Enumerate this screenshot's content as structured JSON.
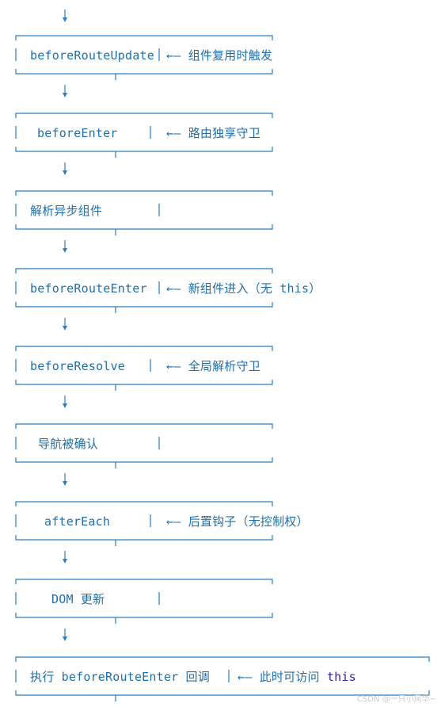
{
  "steps": [
    {
      "label": "beforeRouteUpdate",
      "note": "←— 组件复用时触发"
    },
    {
      "label": "beforeEnter",
      "note": "←— 路由独享守卫"
    },
    {
      "label": "解析异步组件",
      "note": ""
    },
    {
      "label": "beforeRouteEnter",
      "note": "←— 新组件进入（无 this）"
    },
    {
      "label": "beforeResolve",
      "note": "←— 全局解析守卫"
    },
    {
      "label": "导航被确认",
      "note": ""
    },
    {
      "label": "afterEach",
      "note": "←— 后置钩子（无控制权）"
    },
    {
      "label": "DOM 更新",
      "note": ""
    },
    {
      "label": "执行 beforeRouteEnter 回调",
      "note": "←— 此时可访问",
      "note_keyword": "this"
    }
  ],
  "watermark": "CSDN @一只小风华~",
  "colors": {
    "line": "#2a7fc2",
    "text": "#1f6fad",
    "keyword": "#3a1fa6"
  }
}
